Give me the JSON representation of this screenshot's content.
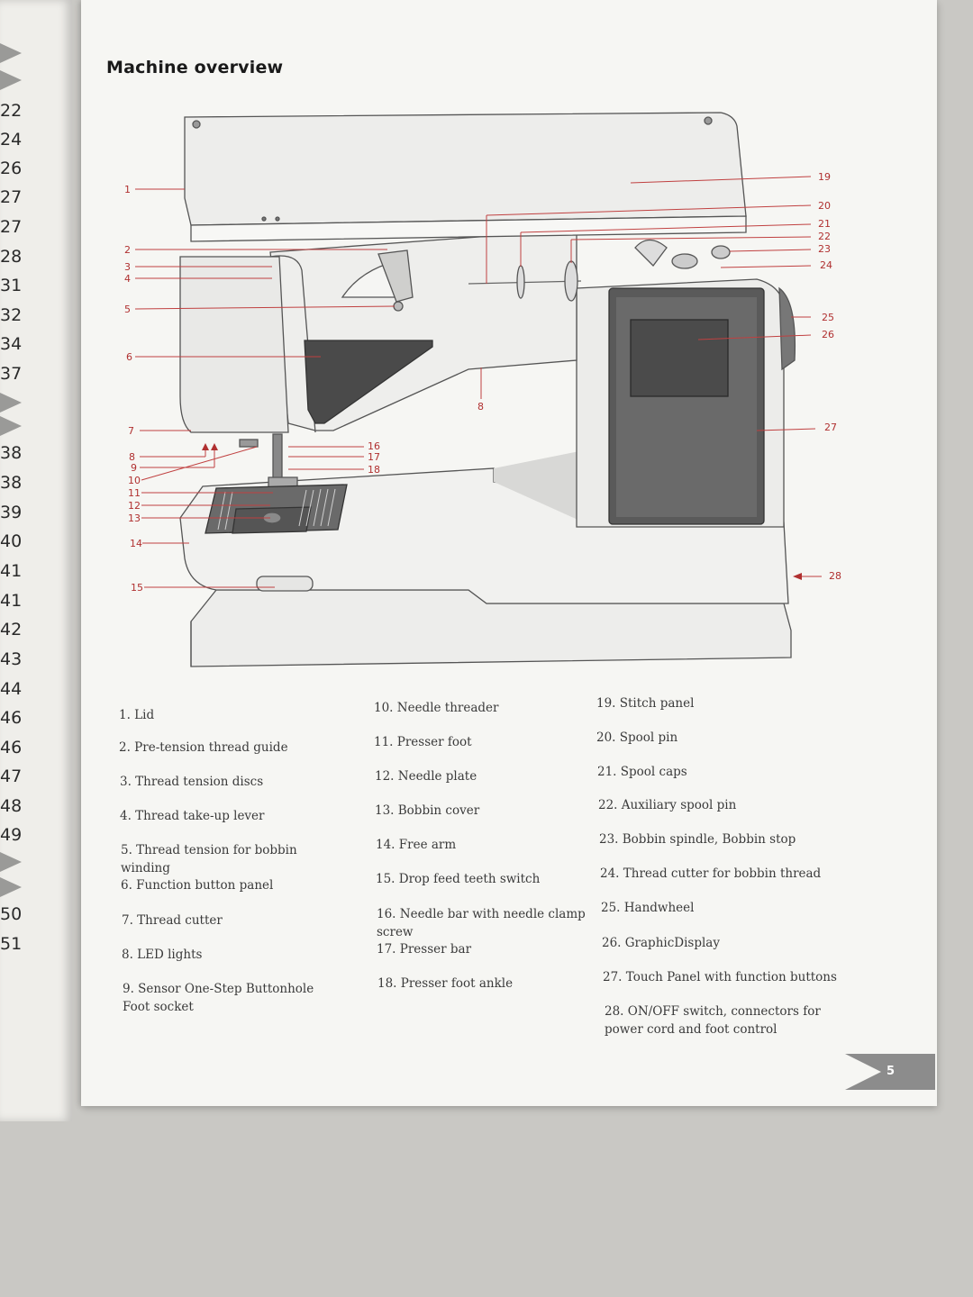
{
  "left_page": {
    "numbers": [
      "22",
      "24",
      "26",
      "27",
      "27",
      "28",
      "31",
      "32",
      "34",
      "37",
      "38",
      "38",
      "39",
      "40",
      "41",
      "41",
      "42",
      "43",
      "44",
      "46",
      "46",
      "47",
      "48",
      "49",
      "50",
      "51"
    ]
  },
  "page": {
    "title": "Machine overview",
    "page_number": "5"
  },
  "callouts_left": [
    "1",
    "2",
    "3",
    "4",
    "5",
    "6",
    "7",
    "8",
    "9",
    "10",
    "11",
    "12",
    "13",
    "14",
    "15"
  ],
  "callouts_right": [
    "19",
    "20",
    "21",
    "22",
    "23",
    "24",
    "25",
    "26",
    "27",
    "28"
  ],
  "callouts_mid": [
    "16",
    "17",
    "18",
    "8"
  ],
  "parts": [
    {
      "label": "1.  Lid"
    },
    {
      "label": "2.  Pre-tension thread guide"
    },
    {
      "label": "3.  Thread tension discs"
    },
    {
      "label": "4.  Thread take-up lever"
    },
    {
      "label": "5.  Thread tension for bobbin winding"
    },
    {
      "label": "6.  Function button panel"
    },
    {
      "label": "7.  Thread cutter"
    },
    {
      "label": "8.  LED lights"
    },
    {
      "label": "9.  Sensor One-Step Buttonhole Foot socket"
    },
    {
      "label": "10. Needle threader"
    },
    {
      "label": "11. Presser foot"
    },
    {
      "label": "12. Needle plate"
    },
    {
      "label": "13. Bobbin cover"
    },
    {
      "label": "14. Free arm"
    },
    {
      "label": "15. Drop feed teeth switch"
    },
    {
      "label": "16. Needle bar with needle clamp screw"
    },
    {
      "label": "17. Presser bar"
    },
    {
      "label": "18. Presser foot ankle"
    },
    {
      "label": "19. Stitch panel"
    },
    {
      "label": "20. Spool pin"
    },
    {
      "label": "21. Spool caps"
    },
    {
      "label": "22. Auxiliary spool pin"
    },
    {
      "label": "23. Bobbin spindle, Bobbin stop"
    },
    {
      "label": "24. Thread cutter for bobbin thread"
    },
    {
      "label": "25. Handwheel"
    },
    {
      "label": "26. GraphicDisplay"
    },
    {
      "label": "27. Touch Panel with function buttons"
    },
    {
      "label": "28. ON/OFF switch, connectors for power cord and foot control"
    }
  ]
}
